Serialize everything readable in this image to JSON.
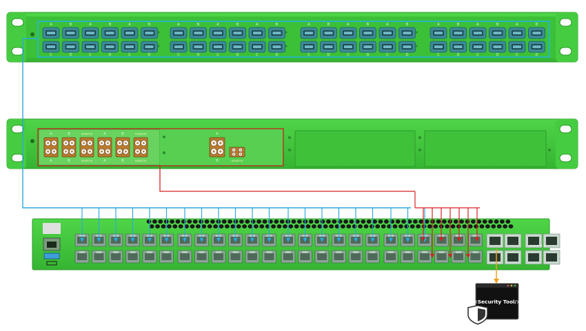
{
  "colors": {
    "rack_green": "#3ec63a",
    "rack_dark": "#279a27",
    "rack_light": "#61d95a",
    "port_teal": "#3b8b96",
    "blue_link": "#2aa9dc",
    "red_link": "#d42121",
    "orange_link": "#f0a020",
    "highlight_cyan": "#23b6e0",
    "highlight_red": "#c8241f",
    "tool_bg": "#111111"
  },
  "top_panel": {
    "group_labels_top": [
      "A",
      "B",
      "A",
      "B",
      "A",
      "B"
    ],
    "group_labels_bottom": [
      "C",
      "D",
      "C",
      "D",
      "C",
      "D"
    ]
  },
  "middle_panel": {
    "labels_top": [
      "A",
      "B",
      "MONITOR",
      "A",
      "B",
      "MONITOR"
    ],
    "labels_bottom": [
      "A",
      "B",
      "MONITOR",
      "A",
      "B",
      "MONITOR"
    ],
    "extra_top_label": "A",
    "extra_bottom_label": "B",
    "extra_monitor_label": "MONITOR"
  },
  "security_tool": {
    "label": "<Security Tool/>",
    "icon": "shield-icon"
  }
}
